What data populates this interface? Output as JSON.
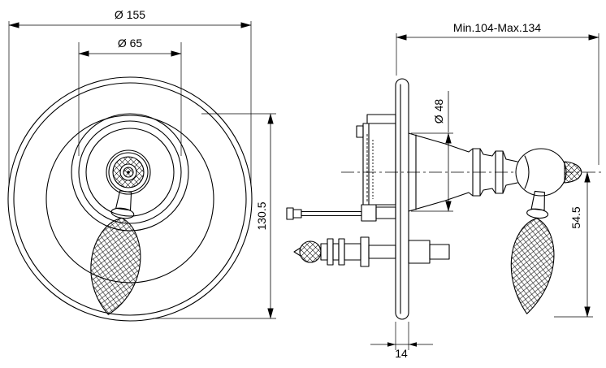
{
  "drawing": {
    "title": "Concealed shower mixer dimensional drawing",
    "front_view": {
      "dim_outer_diameter": "Ø 155",
      "dim_inner_diameter": "Ø 65",
      "dim_overall_height": "130.5"
    },
    "side_view": {
      "dim_installation_depth": "Min.104-Max.134",
      "dim_escutcheon_diameter": "Ø 48",
      "dim_handle_length": "54.5",
      "dim_plate_thickness": "14"
    },
    "colors": {
      "line": "#000000",
      "background": "#ffffff"
    }
  }
}
